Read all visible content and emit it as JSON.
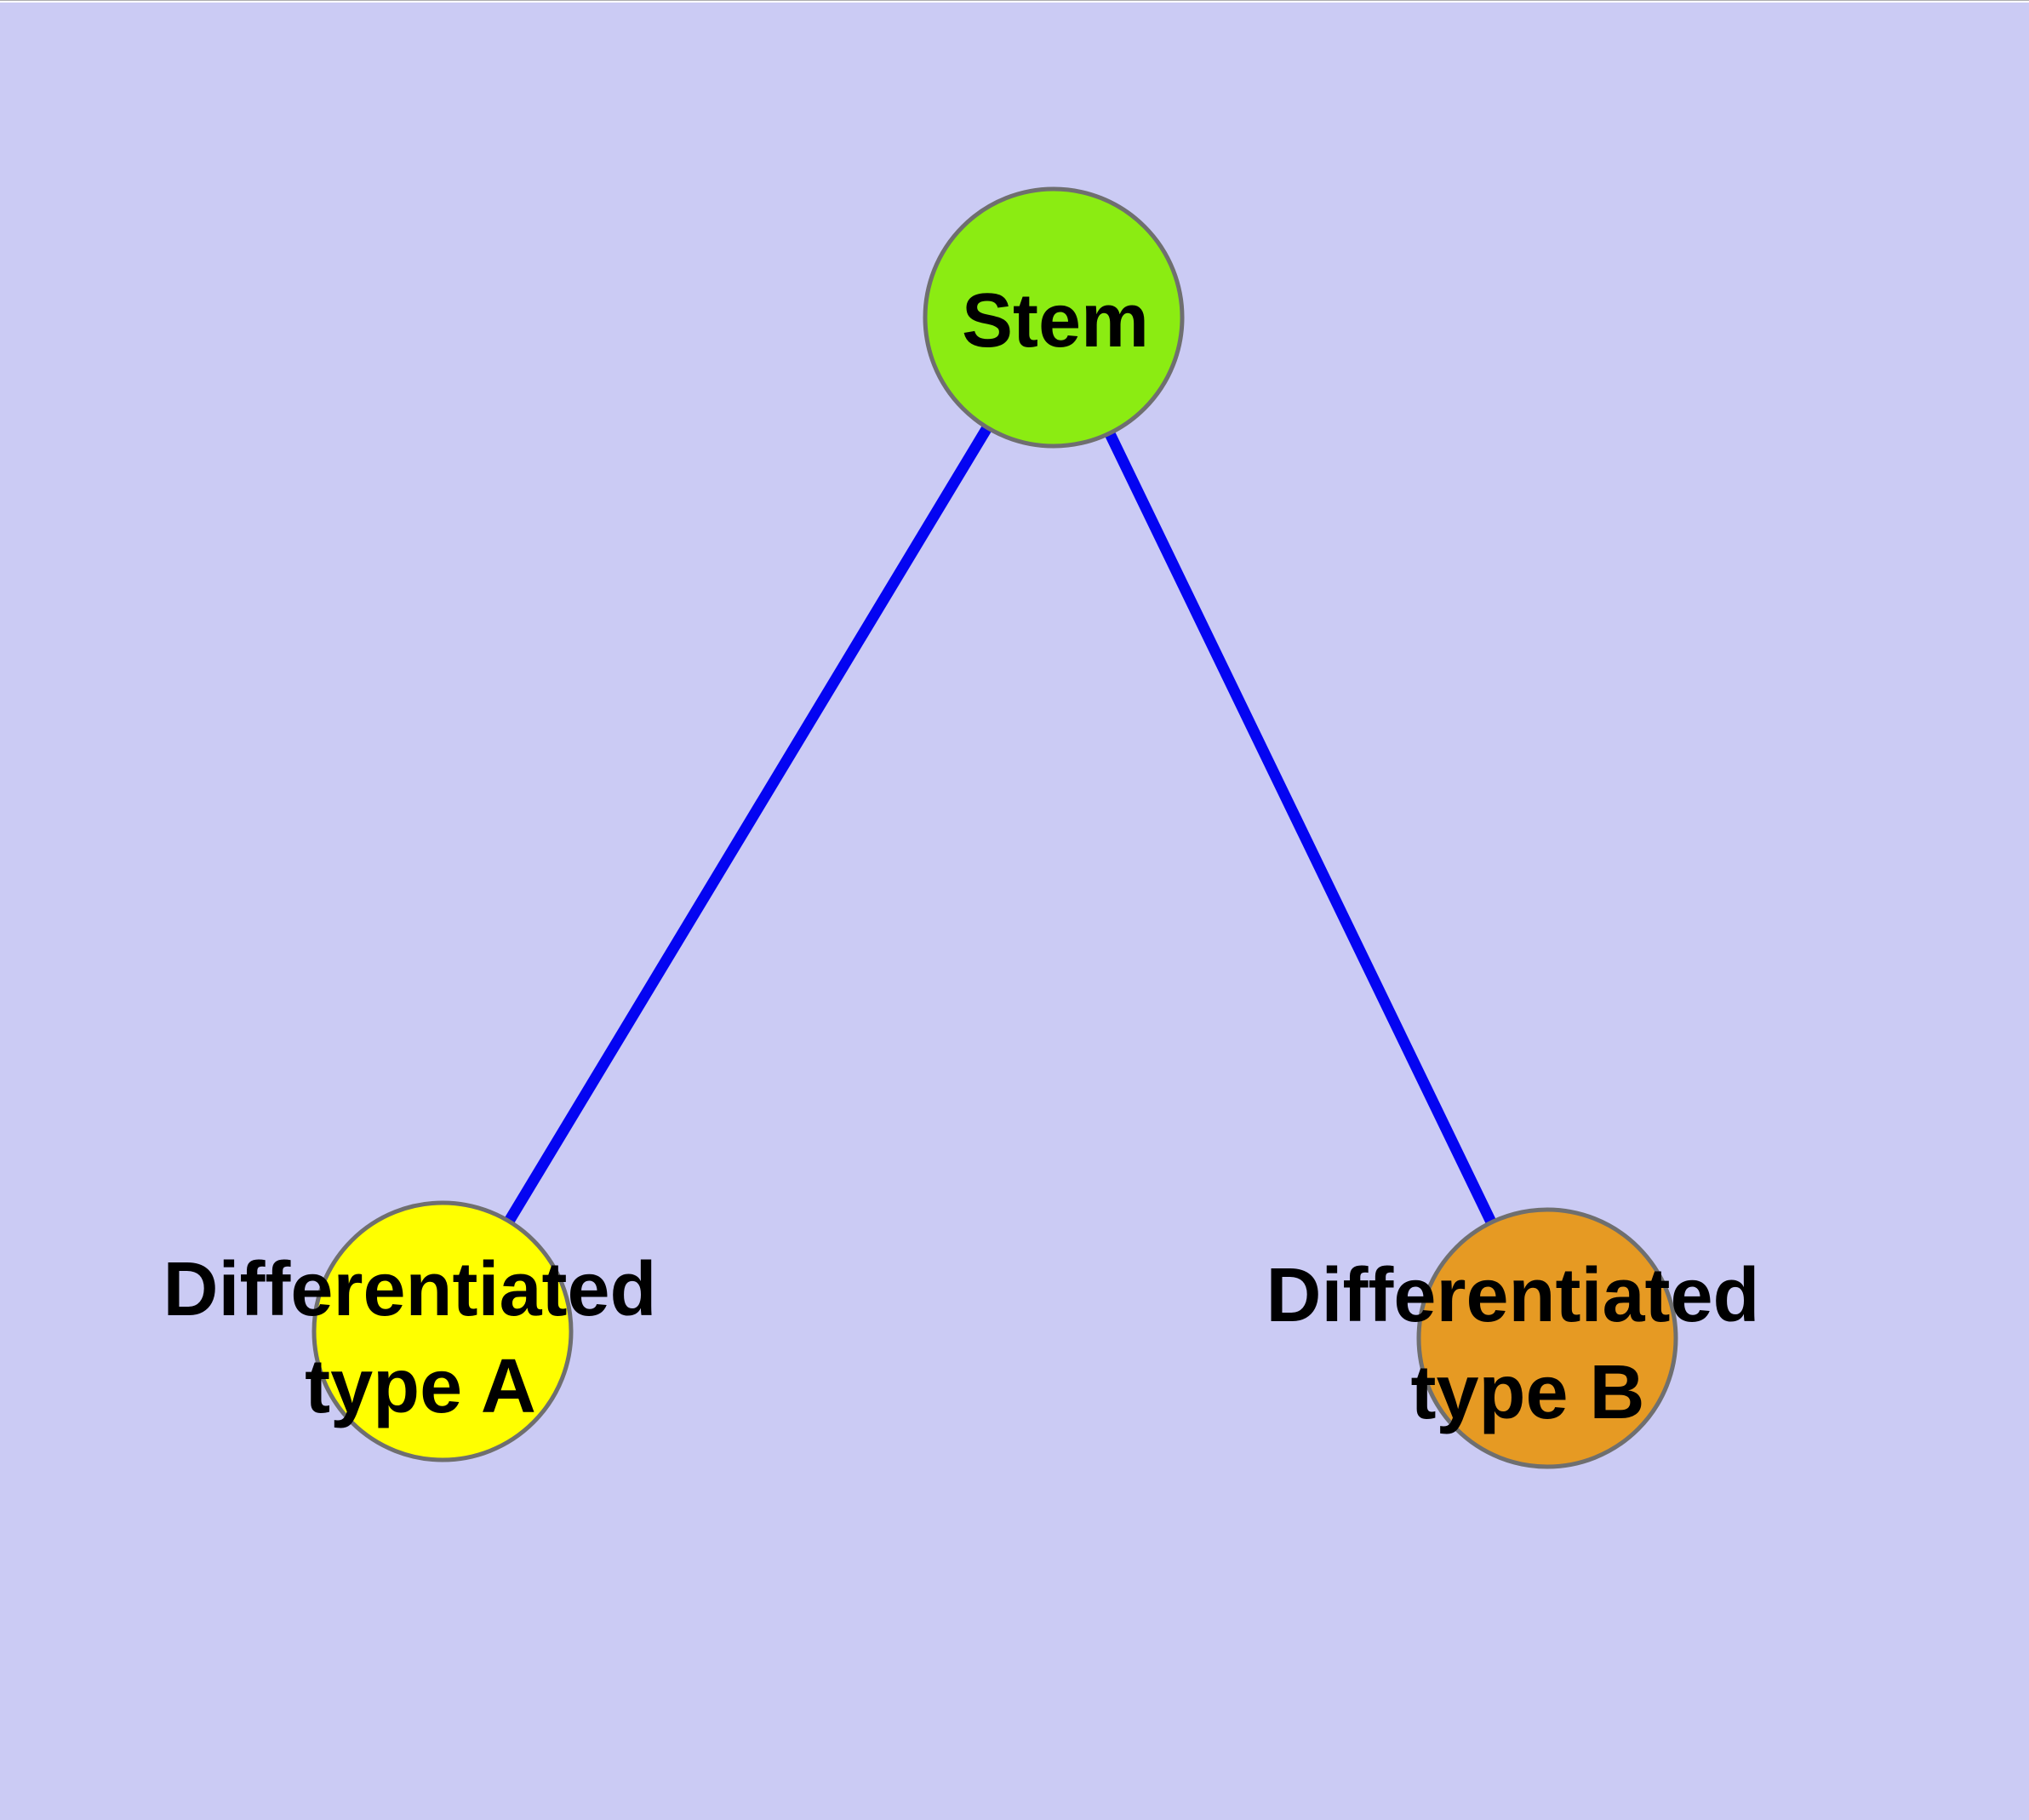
{
  "colors": {
    "background": "#CBCBF4",
    "top_strip": "#FFFFFF",
    "top_hairline": "#ADADAD",
    "edge": "#0404F2",
    "node_border": "#6F6F6F",
    "label_text": "#000000"
  },
  "diagram": {
    "type": "graph",
    "nodes": [
      {
        "id": "stem",
        "label": "Stem",
        "fill": "#8BEC12"
      },
      {
        "id": "differentiated-type-a",
        "label": "Differentiated type A",
        "line1": "Differentiated",
        "line2": "type A",
        "fill": "#FFFF00"
      },
      {
        "id": "differentiated-type-b",
        "label": "Differentiated type B",
        "line1": "Differentiated",
        "line2": "type B",
        "fill": "#E69A23"
      }
    ],
    "edges": [
      {
        "from": "stem",
        "to": "differentiated-type-a"
      },
      {
        "from": "stem",
        "to": "differentiated-type-b"
      }
    ]
  }
}
